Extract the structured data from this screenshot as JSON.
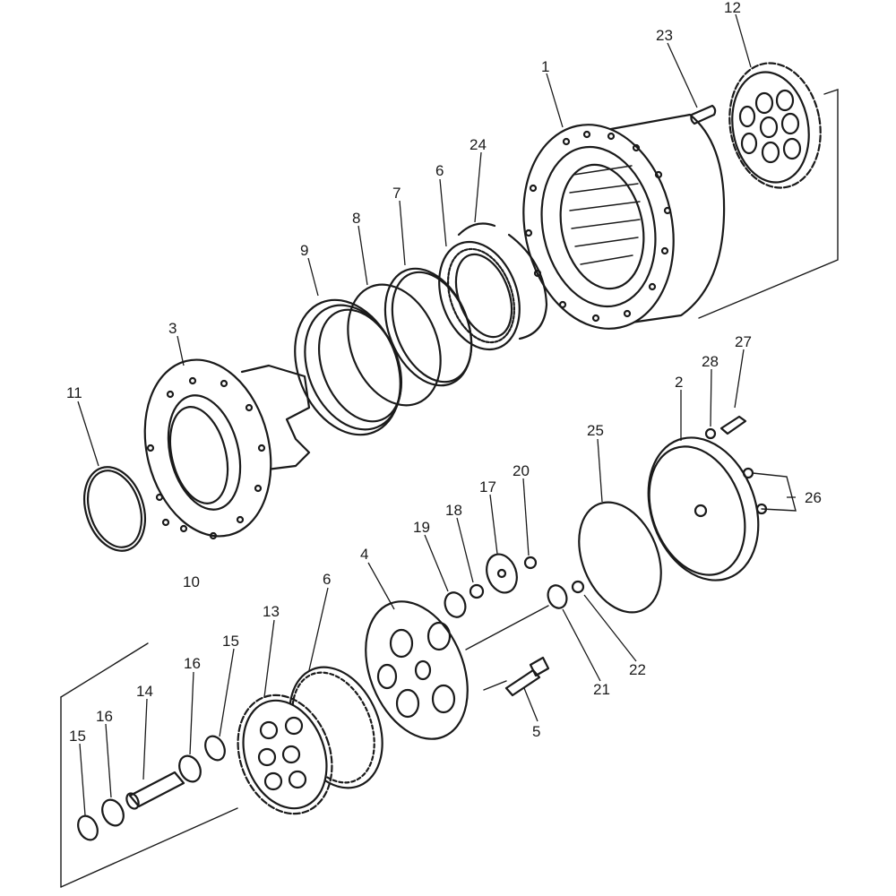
{
  "callouts": [
    {
      "label": "1"
    },
    {
      "label": "2"
    },
    {
      "label": "3"
    },
    {
      "label": "4"
    },
    {
      "label": "5"
    },
    {
      "label": "6"
    },
    {
      "label": "6"
    },
    {
      "label": "7"
    },
    {
      "label": "8"
    },
    {
      "label": "9"
    },
    {
      "label": "10"
    },
    {
      "label": "11"
    },
    {
      "label": "12"
    },
    {
      "label": "13"
    },
    {
      "label": "14"
    },
    {
      "label": "15"
    },
    {
      "label": "15"
    },
    {
      "label": "16"
    },
    {
      "label": "16"
    },
    {
      "label": "17"
    },
    {
      "label": "18"
    },
    {
      "label": "19"
    },
    {
      "label": "20"
    },
    {
      "label": "21"
    },
    {
      "label": "22"
    },
    {
      "label": "23"
    },
    {
      "label": "24"
    },
    {
      "label": "25"
    },
    {
      "label": "26"
    },
    {
      "label": "27"
    },
    {
      "label": "28"
    }
  ]
}
